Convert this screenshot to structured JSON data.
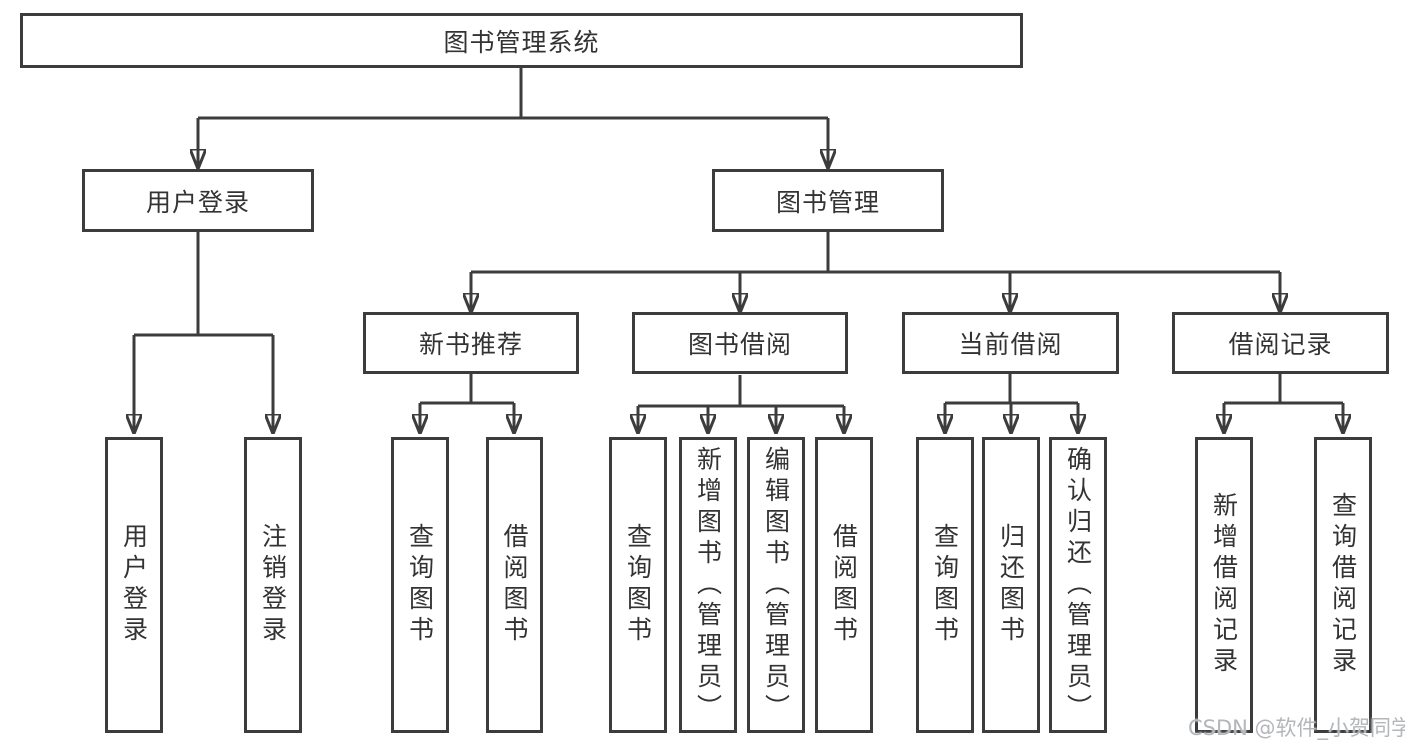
{
  "diagram": {
    "title": "图书管理系统",
    "level2": [
      "用户登录",
      "图书管理"
    ],
    "level3": [
      "新书推荐",
      "图书借阅",
      "当前借阅",
      "借阅记录"
    ],
    "leaves": {
      "user_login": [
        "用户登录",
        "注销登录"
      ],
      "new_book": [
        "查询图书",
        "借阅图书"
      ],
      "book_borrow": [
        "查询图书",
        "新增图书（管理员）",
        "编辑图书（管理员）",
        "借阅图书"
      ],
      "current_borrow": [
        "查询图书",
        "归还图书",
        "确认归还（管理员）"
      ],
      "borrow_records": [
        "新增借阅记录",
        "查询借阅记录"
      ]
    },
    "watermark": "CSDN @软件_小贺同学",
    "colors": {
      "line": "#3c3c3c",
      "text": "#333333",
      "watermark": "#b3b6ba",
      "background": "#ffffff"
    }
  }
}
